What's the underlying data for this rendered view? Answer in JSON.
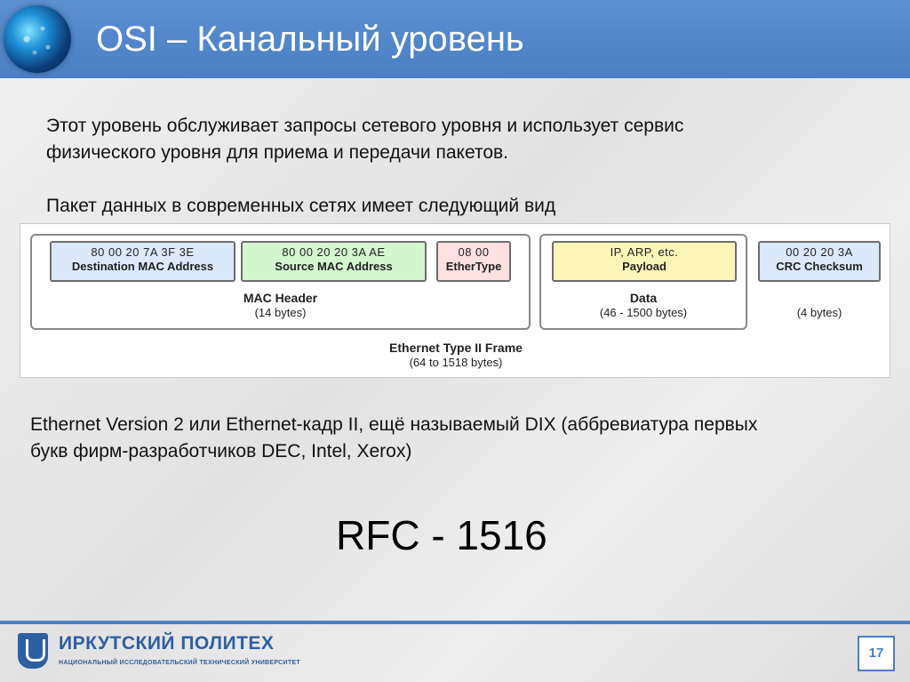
{
  "slide": {
    "title": "OSI – Канальный уровень",
    "paragraph1_line1": "Этот уровень обслуживает запросы сетевого уровня и использует сервис",
    "paragraph1_line2": "физического уровня для приема и передачи пакетов.",
    "paragraph2": "Пакет данных в современных сетях имеет следующий вид",
    "paragraph3_line1": "Ethernet Version 2 или Ethernet-кадр II, ещё называемый DIX (аббревиатура первых",
    "paragraph3_line2": "букв фирм-разработчиков DEC, Intel, Xerox)",
    "rfc": "RFC - 1516"
  },
  "diagram": {
    "colors": {
      "destination": "#dbe9fb",
      "source": "#d4f6cf",
      "ethertype": "#fde0e0",
      "payload": "#fbf5b8",
      "crc": "#dbe9fb"
    },
    "fields": [
      {
        "value": "80  00  20  7A  3F  3E",
        "name": "Destination MAC Address"
      },
      {
        "value": "80  00  20  20  3A  AE",
        "name": "Source MAC Address"
      },
      {
        "value": "08  00",
        "name": "EtherType"
      },
      {
        "value": "IP, ARP, etc.",
        "name": "Payload"
      },
      {
        "value": "00  20  20  3A",
        "name": "CRC Checksum"
      }
    ],
    "mac_header": {
      "label": "MAC Header",
      "size": "(14 bytes)"
    },
    "data": {
      "label": "Data",
      "size": "(46 - 1500 bytes)"
    },
    "crc_size": "(4 bytes)",
    "frame": {
      "label": "Ethernet Type II Frame",
      "size": "(64 to 1518 bytes)"
    }
  },
  "footer": {
    "logo_name": "ИРКУТСКИЙ ПОЛИТЕХ",
    "logo_subtitle": "НАЦИОНАЛЬНЫЙ ИССЛЕДОВАТЕЛЬСКИЙ ТЕХНИЧЕСКИЙ УНИВЕРСИТЕТ",
    "page_number": "17"
  }
}
